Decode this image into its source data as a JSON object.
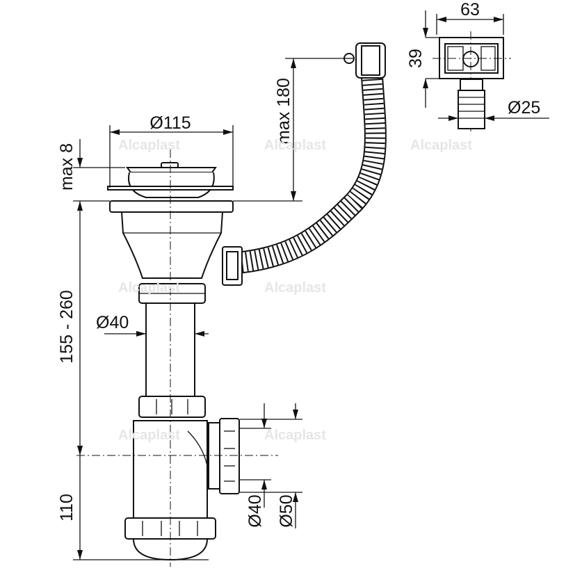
{
  "title": "Sink waste with overflow – dimension drawing",
  "watermark": "Alcaplast",
  "dimensions": {
    "strainer_diameter": "Ø115",
    "strainer_height": "max 8",
    "overflow_height": "max 180",
    "overflow_width": "63",
    "overflow_height_head": "39",
    "hose_diameter": "Ø25",
    "adjustable_height": "155 - 260",
    "pipe_diameter": "Ø40",
    "trap_height": "110",
    "outlet_inner": "Ø40",
    "outlet_outer": "Ø50"
  },
  "colors": {
    "line": "#111111",
    "watermark": "#e6e6e6"
  }
}
